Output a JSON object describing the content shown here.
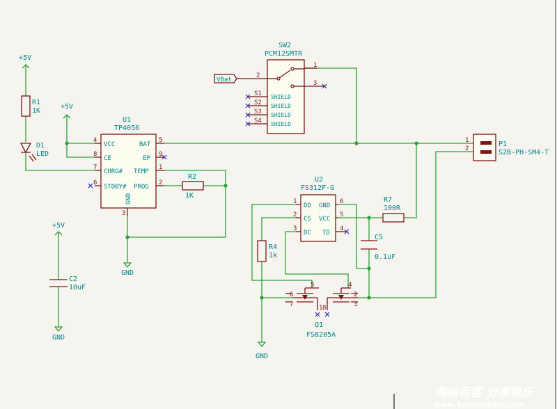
{
  "power": {
    "p5v_top": "+5V",
    "p5v_mid": "+5V",
    "p5v_left": "+5V",
    "gnd_u1": "GND",
    "gnd_c2": "GND",
    "gnd_q1": "GND"
  },
  "r1": {
    "ref": "R1",
    "value": "1K"
  },
  "d1": {
    "ref": "D1",
    "value": "LED"
  },
  "u1": {
    "ref": "U1",
    "value": "TP4056",
    "pins": {
      "vcc": "VCC",
      "ce": "CE",
      "chrg": "CHRG#",
      "stdby": "STDBY#",
      "gnd": "GND",
      "bat": "BAT",
      "ep": "EP",
      "temp": "TEMP",
      "prog": "PROG"
    },
    "nums": {
      "vcc": "4",
      "ce": "8",
      "chrg": "7",
      "stdby": "6",
      "gnd": "3",
      "bat": "5",
      "ep": "9",
      "temp": "1",
      "prog": "2"
    }
  },
  "r2": {
    "ref": "R2",
    "value": "1K"
  },
  "sw2": {
    "ref": "SW2",
    "value": "PCM12SMTR",
    "net": "VBat",
    "nums": {
      "p1": "1",
      "p2": "2",
      "p3": "3"
    },
    "shields": [
      {
        "num": "S1",
        "label": "SHIELD"
      },
      {
        "num": "S2",
        "label": "SHIELD"
      },
      {
        "num": "S3",
        "label": "SHIELD"
      },
      {
        "num": "S4",
        "label": "SHIELD"
      }
    ]
  },
  "p1": {
    "ref": "P1",
    "value": "S2B-PH-SM4-T",
    "nums": {
      "p1": "1",
      "p2": "2"
    }
  },
  "c2": {
    "ref": "C2",
    "value": "10uF"
  },
  "u2": {
    "ref": "U2",
    "value": "FS312F-G",
    "pins": {
      "dd": "DD",
      "cs": "CS",
      "dc": "DC",
      "gnd": "GND",
      "vcc": "VCC",
      "td": "TD"
    },
    "nums": {
      "dd": "1",
      "cs": "2",
      "dc": "3",
      "gnd": "6",
      "vcc": "5",
      "td": "4"
    }
  },
  "r7": {
    "ref": "R7",
    "value": "100R"
  },
  "c5": {
    "ref": "C5",
    "value": "0.1uF"
  },
  "r4": {
    "ref": "R4",
    "value": "1k"
  },
  "q1": {
    "ref": "Q1",
    "value": "FS8205A",
    "nums": {
      "n6": "6",
      "n7": "7",
      "n5": "5",
      "n1": "1",
      "n8": "8",
      "n4": "4",
      "n2": "2",
      "n3": "3"
    }
  },
  "watermark": {
    "text": "海纳百客 分享快乐",
    "url": "www.hainabaike.com"
  }
}
